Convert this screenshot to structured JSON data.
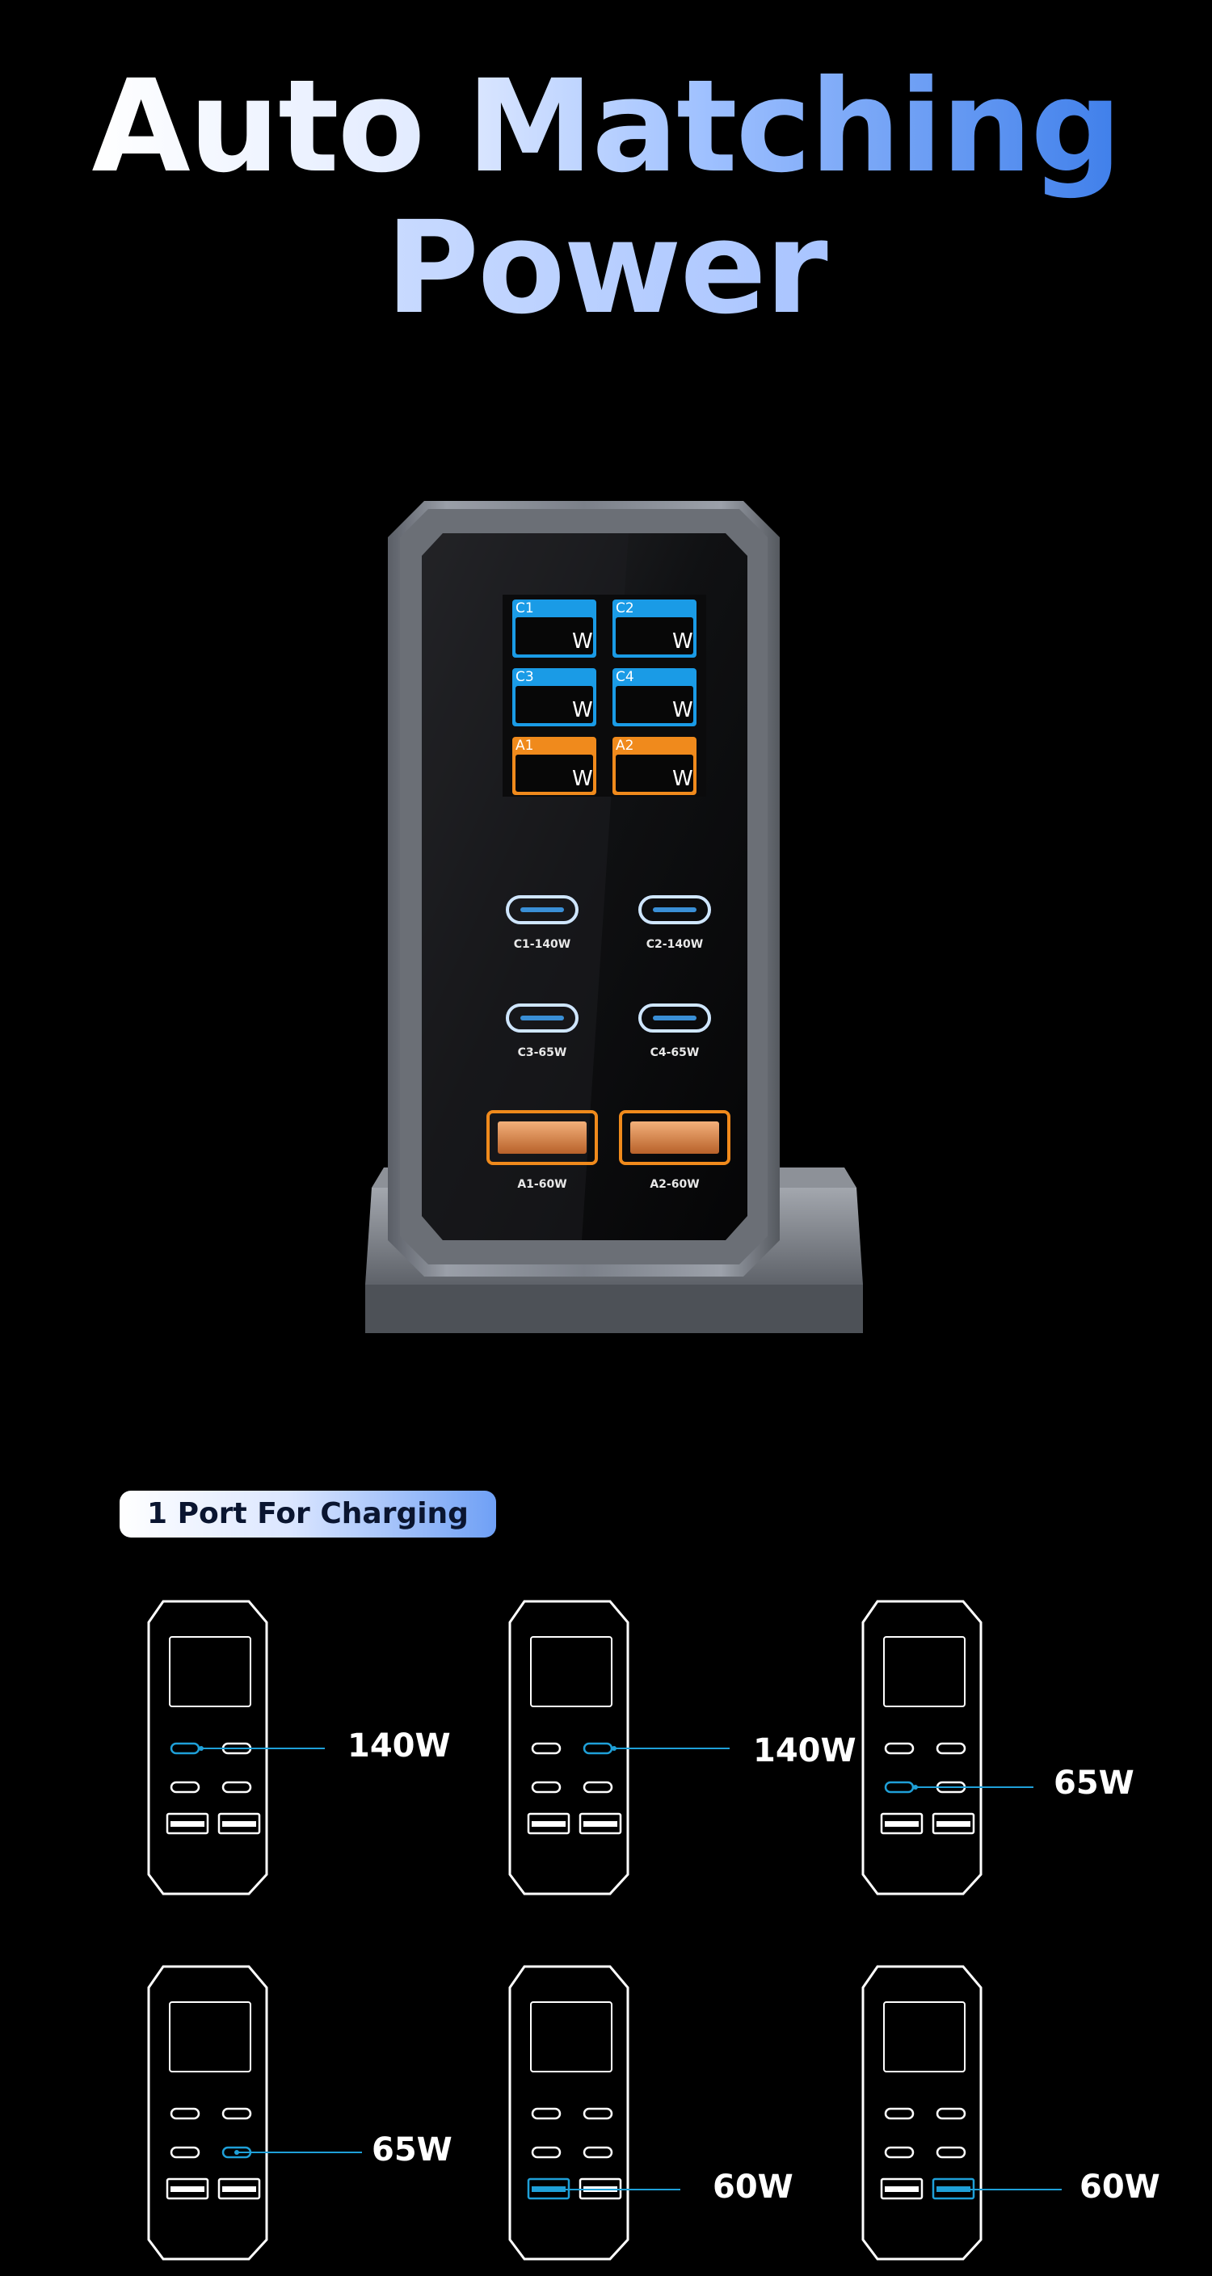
{
  "headline": {
    "part1": "Auto ",
    "part2": "Matching",
    "line2": "Power"
  },
  "display": {
    "labels": [
      "C1",
      "C2",
      "C3",
      "C4",
      "A1",
      "A2"
    ],
    "unit": "W",
    "colors": {
      "usb_c": "#1a9be6",
      "usb_a": "#f08a1c"
    }
  },
  "ports": {
    "c1": "C1-140W",
    "c2": "C2-140W",
    "c3": "C3-65W",
    "c4": "C4-65W",
    "a1": "A1-60W",
    "a2": "A2-60W"
  },
  "section": {
    "title": "1 Port For Charging"
  },
  "diagrams": [
    {
      "port": "C1",
      "watts": "140W"
    },
    {
      "port": "C2",
      "watts": "140W"
    },
    {
      "port": "C3",
      "watts": "65W"
    },
    {
      "port": "C4",
      "watts": "65W"
    },
    {
      "port": "A1",
      "watts": "60W"
    },
    {
      "port": "A2",
      "watts": "60W"
    }
  ],
  "colors": {
    "accent": "#3b86e8",
    "highlight": "#1fa0d8",
    "background": "#000000"
  }
}
